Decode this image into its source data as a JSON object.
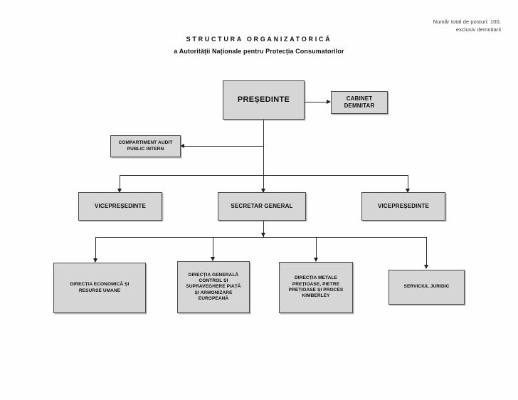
{
  "document": {
    "title_line1": "STRUCTURA ORGANIZATORICĂ",
    "title_line2": "a Autorității Naționale pentru Protecția Consumatorilor",
    "note_line1": "Număr total de posturi: 100,",
    "note_line2": "exclusiv demnitarii"
  },
  "colors": {
    "box_fill": "#d6d6d6",
    "box_border": "#4a4a4a",
    "connector": "#2e2e2e",
    "page_background": "#fefefe",
    "text": "#0d0d0d"
  },
  "chart_data": {
    "type": "diagram",
    "subtype": "organizational-chart",
    "title": "STRUCTURA ORGANIZATORICĂ a Autorității Naționale pentru Protecția Consumatorilor",
    "annotation": "Număr total de posturi: 100, exclusiv demnitarii",
    "total_positions": 100,
    "levels": 4,
    "nodes": [
      {
        "id": "presedinte",
        "label": "PREȘEDINTE",
        "level": 1,
        "size": "big"
      },
      {
        "id": "cabinet_demnitar",
        "label": "CABINET DEMNITAR",
        "level": 1,
        "size": "medium"
      },
      {
        "id": "audit",
        "label": "COMPARTIMENT AUDIT PUBLIC INTERN",
        "level": 2,
        "size": "small"
      },
      {
        "id": "vicepresedinte_stanga",
        "label": "VICEPREȘEDINTE",
        "level": 3,
        "size": "medium"
      },
      {
        "id": "secretar_general",
        "label": "SECRETAR GENERAL",
        "level": 3,
        "size": "medium"
      },
      {
        "id": "vicepresedinte_dreapta",
        "label": "VICEPREȘEDINTE",
        "level": 3,
        "size": "medium"
      },
      {
        "id": "directia_economica",
        "label": "DIRECȚIA ECONOMICĂ ȘI RESURSE UMANE",
        "level": 4,
        "size": "small"
      },
      {
        "id": "directia_generala_control",
        "label": "DIRECȚIA GENERALĂ CONTROL ȘI SUPRAVEGHERE PIAȚĂ ȘI ARMONIZARE EUROPEANĂ",
        "level": 4,
        "size": "small"
      },
      {
        "id": "directia_metale",
        "label": "DIRECȚIA METALE PREȚIOASE, PIETRE PREȚIOASE ȘI PROCES KIMBERLEY",
        "level": 4,
        "size": "small"
      },
      {
        "id": "serviciul_juridic",
        "label": "SERVICIUL JURIDIC",
        "level": 4,
        "size": "small"
      }
    ],
    "edges": [
      {
        "from": "presedinte",
        "to": "cabinet_demnitar",
        "style": "arrow-right"
      },
      {
        "from": "presedinte",
        "to": "audit",
        "style": "arrow-left"
      },
      {
        "from": "presedinte",
        "to": "vicepresedinte_stanga",
        "style": "arrow-down"
      },
      {
        "from": "presedinte",
        "to": "secretar_general",
        "style": "arrow-down"
      },
      {
        "from": "presedinte",
        "to": "vicepresedinte_dreapta",
        "style": "arrow-down"
      },
      {
        "from": "secretar_general",
        "to": "directia_economica",
        "style": "arrow-down"
      },
      {
        "from": "secretar_general",
        "to": "directia_generala_control",
        "style": "arrow-down"
      },
      {
        "from": "secretar_general",
        "to": "directia_metale",
        "style": "arrow-down"
      },
      {
        "from": "secretar_general",
        "to": "serviciul_juridic",
        "style": "arrow-down"
      }
    ]
  },
  "nodes": {
    "presedinte": {
      "label": "PREȘEDINTE"
    },
    "cabinet_demnitar": {
      "line1": "CABINET",
      "line2": "DEMNITAR"
    },
    "audit": {
      "line1": "COMPARTIMENT AUDIT",
      "line2": "PUBLIC INTERN"
    },
    "vicepresedinte_stanga": {
      "label": "VICEPREȘEDINTE"
    },
    "secretar_general": {
      "label": "SECRETAR GENERAL"
    },
    "vicepresedinte_dreapta": {
      "label": "VICEPREȘEDINTE"
    },
    "directia_economica": {
      "line1": "DIRECȚIA ECONOMICĂ ȘI",
      "line2": "RESURSE UMANE"
    },
    "directia_generala_control": {
      "line1": "DIRECȚIA GENERALĂ",
      "line2": "CONTROL ȘI",
      "line3": "SUPRAVEGHERE PIAȚĂ",
      "line4": "ȘI ARMONIZARE",
      "line5": "EUROPEANĂ"
    },
    "directia_metale": {
      "line1": "DIRECȚIA METALE",
      "line2": "PREȚIOASE, PIETRE",
      "line3": "PREȚIOASE ȘI PROCES",
      "line4": "KIMBERLEY"
    },
    "serviciul_juridic": {
      "label": "SERVICIUL JURIDIC"
    }
  }
}
